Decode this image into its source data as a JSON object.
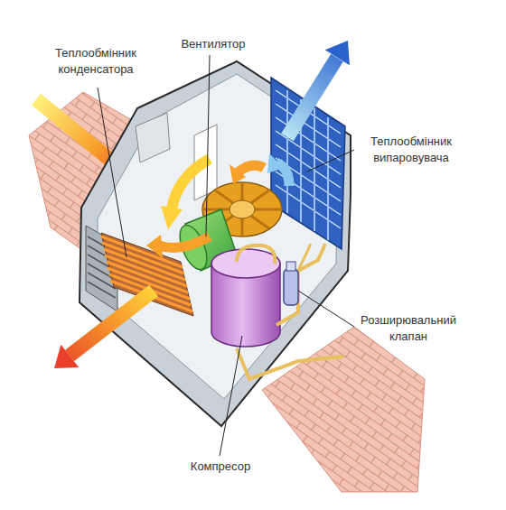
{
  "diagram": {
    "labels": [
      "Теплообмінник конденсатора",
      "Вентилятор",
      "Теплообмінник випаровувача",
      "Розширювальний клапан",
      "Компресор"
    ]
  }
}
